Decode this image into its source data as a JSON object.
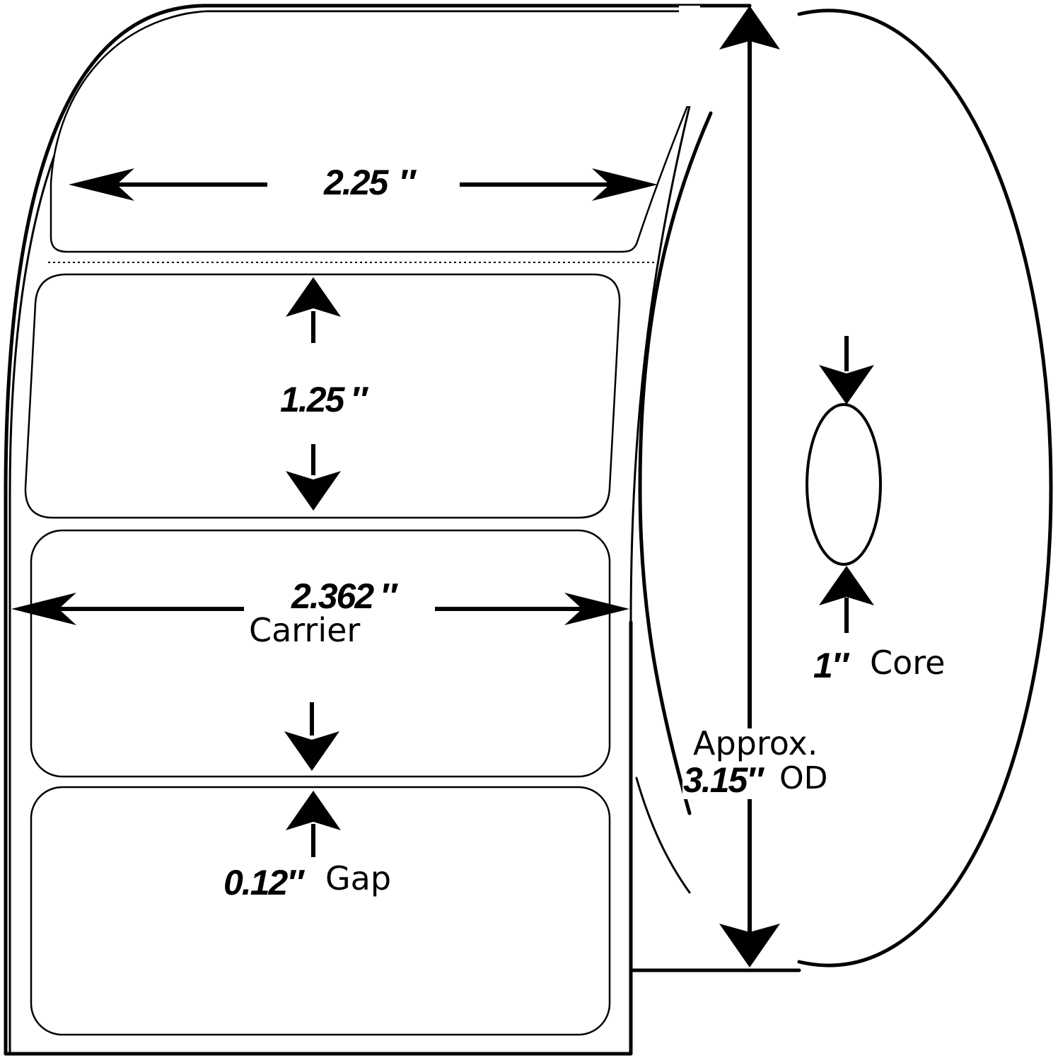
{
  "labels": {
    "label_width": {
      "value": "2.25",
      "unit": "″"
    },
    "label_height": {
      "value": "1.25",
      "unit": "″"
    },
    "carrier_width": {
      "value": "2.362",
      "unit": "″",
      "caption": "Carrier"
    },
    "gap": {
      "value": "0.12″",
      "caption": "Gap"
    },
    "core": {
      "value": "1″",
      "caption": "Core"
    },
    "outer_diameter": {
      "prefix": "Approx.",
      "value": "3.15″",
      "caption": "OD"
    }
  },
  "colors": {
    "line": "#000000",
    "background": "#ffffff"
  }
}
